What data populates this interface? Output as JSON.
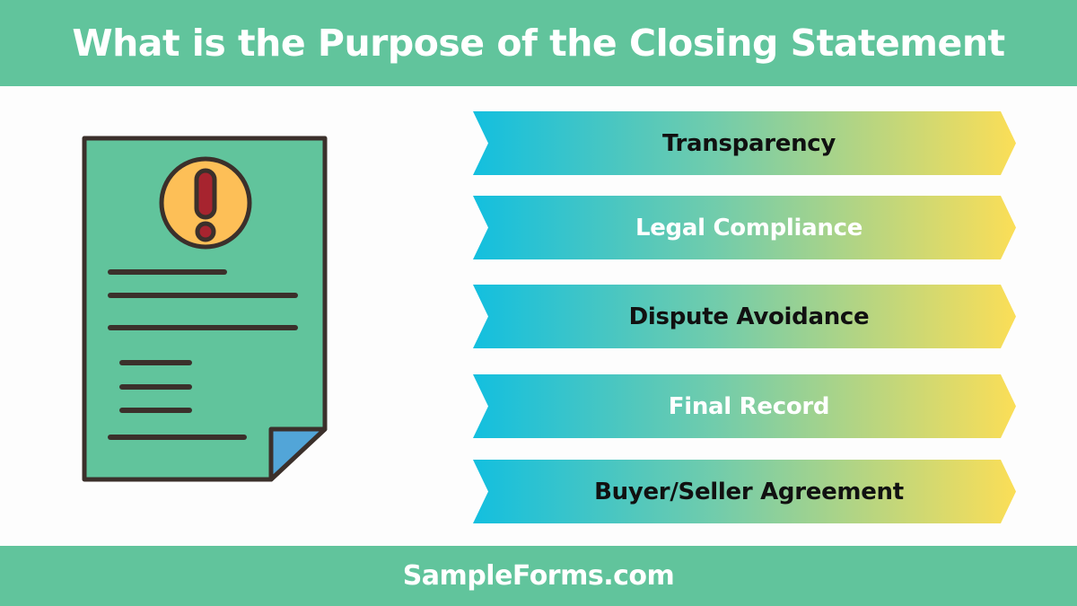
{
  "header": {
    "title": "What is the Purpose of the Closing Statement"
  },
  "icon": {
    "name": "document-warning-icon",
    "colors": {
      "page": "#61c49c",
      "outline": "#3b302b",
      "badge": "#fdbf57",
      "exclamation": "#a7242f",
      "fold": "#52a5d8"
    }
  },
  "gradient": {
    "start": "#13bfdf",
    "mid": "#72ccab",
    "end": "#fbde57"
  },
  "items": [
    {
      "label": "Transparency",
      "text_color": "#111111"
    },
    {
      "label": "Legal Compliance",
      "text_color": "#ffffff"
    },
    {
      "label": "Dispute Avoidance",
      "text_color": "#111111"
    },
    {
      "label": "Final Record",
      "text_color": "#ffffff"
    },
    {
      "label": "Buyer/Seller Agreement",
      "text_color": "#111111"
    }
  ],
  "footer": {
    "brand": "SampleForms.com"
  },
  "colors": {
    "banner": "#61c49c",
    "background": "#fdfdfd"
  }
}
